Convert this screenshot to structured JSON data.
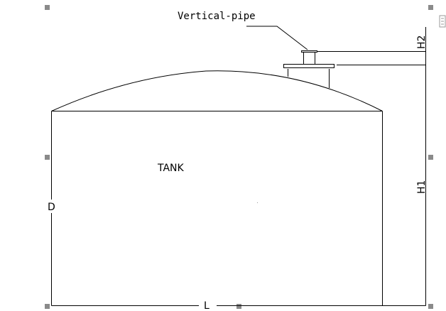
{
  "diagram": {
    "labels": {
      "vertical_pipe": "Vertical-pipe",
      "tank": "TANK",
      "diameter": "D",
      "length": "L",
      "height_1": "H1",
      "height_2": "H2"
    }
  }
}
